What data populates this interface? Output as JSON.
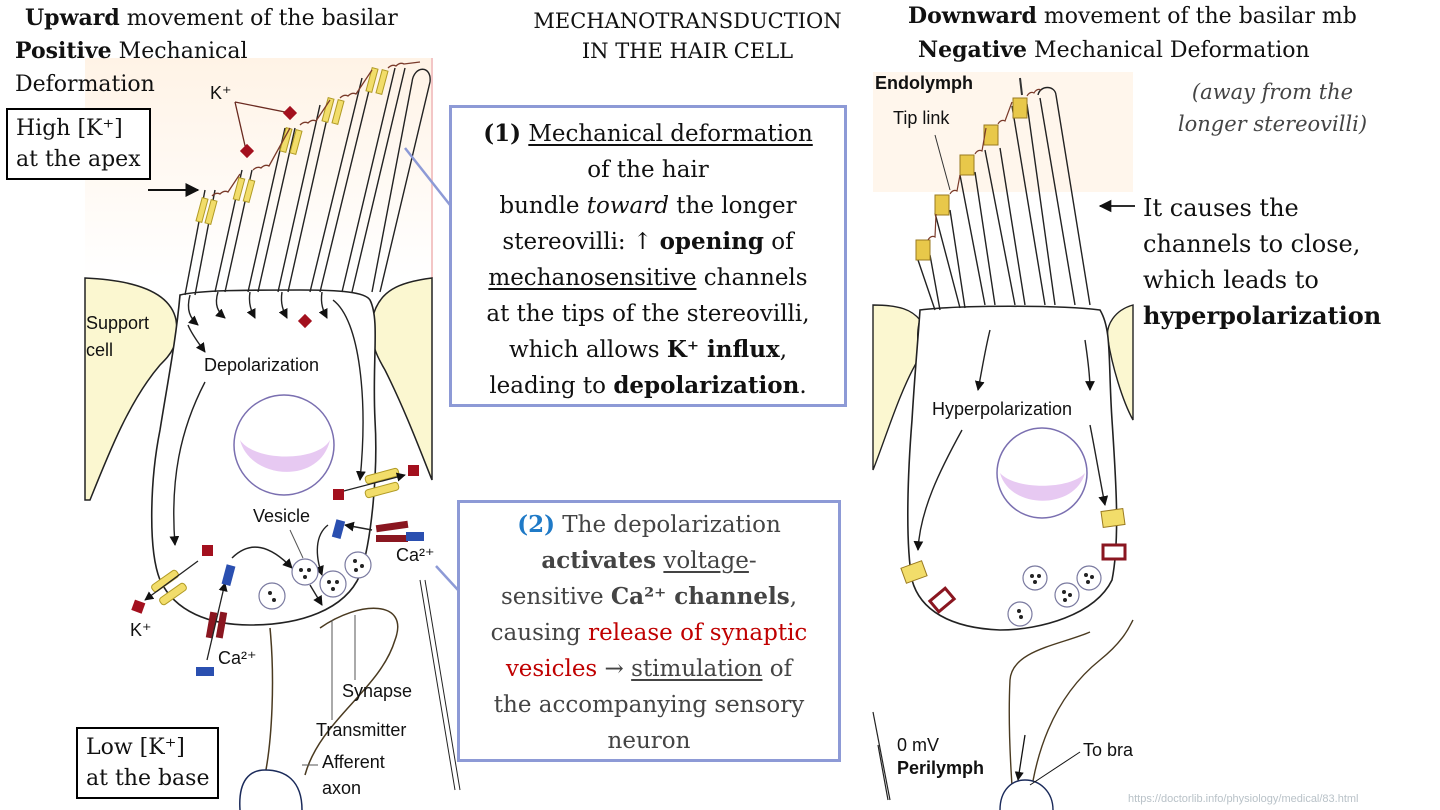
{
  "left_header": {
    "line1_bold": "Upward",
    "line1_rest": " movement of the basilar",
    "line2_bold": "Positive",
    "line2_rest": " Mechanical",
    "line3": "Deformation"
  },
  "center_title": {
    "line1": "MECHANOTRANSDUCTION",
    "line2": "IN THE HAIR CELL"
  },
  "right_header": {
    "line1_bold": "Downward",
    "line1_rest": " movement of the basilar mb",
    "line2_bold": "Negative",
    "line2_rest": " Mechanical Deformation",
    "note_line1": "(away from the",
    "note_line2": "longer stereovilli)"
  },
  "high_k_box": {
    "line1": "High [K⁺]",
    "line2": "at the apex"
  },
  "low_k_box": {
    "line1": "Low [K⁺]",
    "line2": "at the base"
  },
  "callout1": {
    "num": "(1)",
    "l1_u": "Mechanical deformation",
    "l2": "of the hair",
    "l3a": "bundle ",
    "l3_it": "toward",
    "l3b": " the longer",
    "l4a": "stereovilli: ↑ ",
    "l4_b": "opening",
    "l4c": " of",
    "l5_u": "mechanosensitive",
    "l5b": " channels",
    "l6": "at the tips of the stereovilli,",
    "l7a": "which allows ",
    "l7_b": "K⁺ influx",
    "l7c": ",",
    "l8a": "leading to ",
    "l8_b": "depolarization",
    "l8c": "."
  },
  "callout2": {
    "num": "(2)",
    "l1": " The depolarization",
    "l2_b": "activates",
    "l2_u": "voltage",
    "l2c": "-",
    "l3a": "sensitive ",
    "l3_b": "Ca²⁺ channels",
    "l3c": ",",
    "l4a": "causing ",
    "l4_red": "release of synaptic",
    "l5_red": "vesicles",
    "l5b": " → ",
    "l5_u": "stimulation",
    "l5c": " of",
    "l6": "the accompanying sensory",
    "l7": "neuron"
  },
  "right_text": {
    "l1": "It causes the",
    "l2": "channels to close,",
    "l3": "which leads to",
    "l4_b": "hyperpolarization"
  },
  "left_diagram_labels": {
    "k_plus_top": "K⁺",
    "support_cell_1": "Support",
    "support_cell_2": "cell",
    "depolarization": "Depolarization",
    "vesicle": "Vesicle",
    "ca_right": "Ca²⁺",
    "ca_bottom": "Ca²⁺",
    "k_plus_bottom": "K⁺",
    "synapse": "Synapse",
    "transmitter": "Transmitter",
    "afferent_1": "Afferent",
    "afferent_2": "axon"
  },
  "right_diagram_labels": {
    "endolymph": "Endolymph",
    "tip_link": "Tip link",
    "hyperpolarization": "Hyperpolarization",
    "zero_mv": "0 mV",
    "perilymph": "Perilymph",
    "to_brain": "To bra"
  },
  "source_url": "https://doctorlib.info/physiology/medical/83.html",
  "colors": {
    "callout_border": "#8d9ad6",
    "red_text": "#c00000",
    "blue_number": "#1f7ac7",
    "k_ion": "#a3101e",
    "ca_ion": "#2a4fb0",
    "channel_yellow": "#f2dd6a",
    "support_cell": "#fbf7d0",
    "nucleus_fill": "#e7c9f2"
  }
}
